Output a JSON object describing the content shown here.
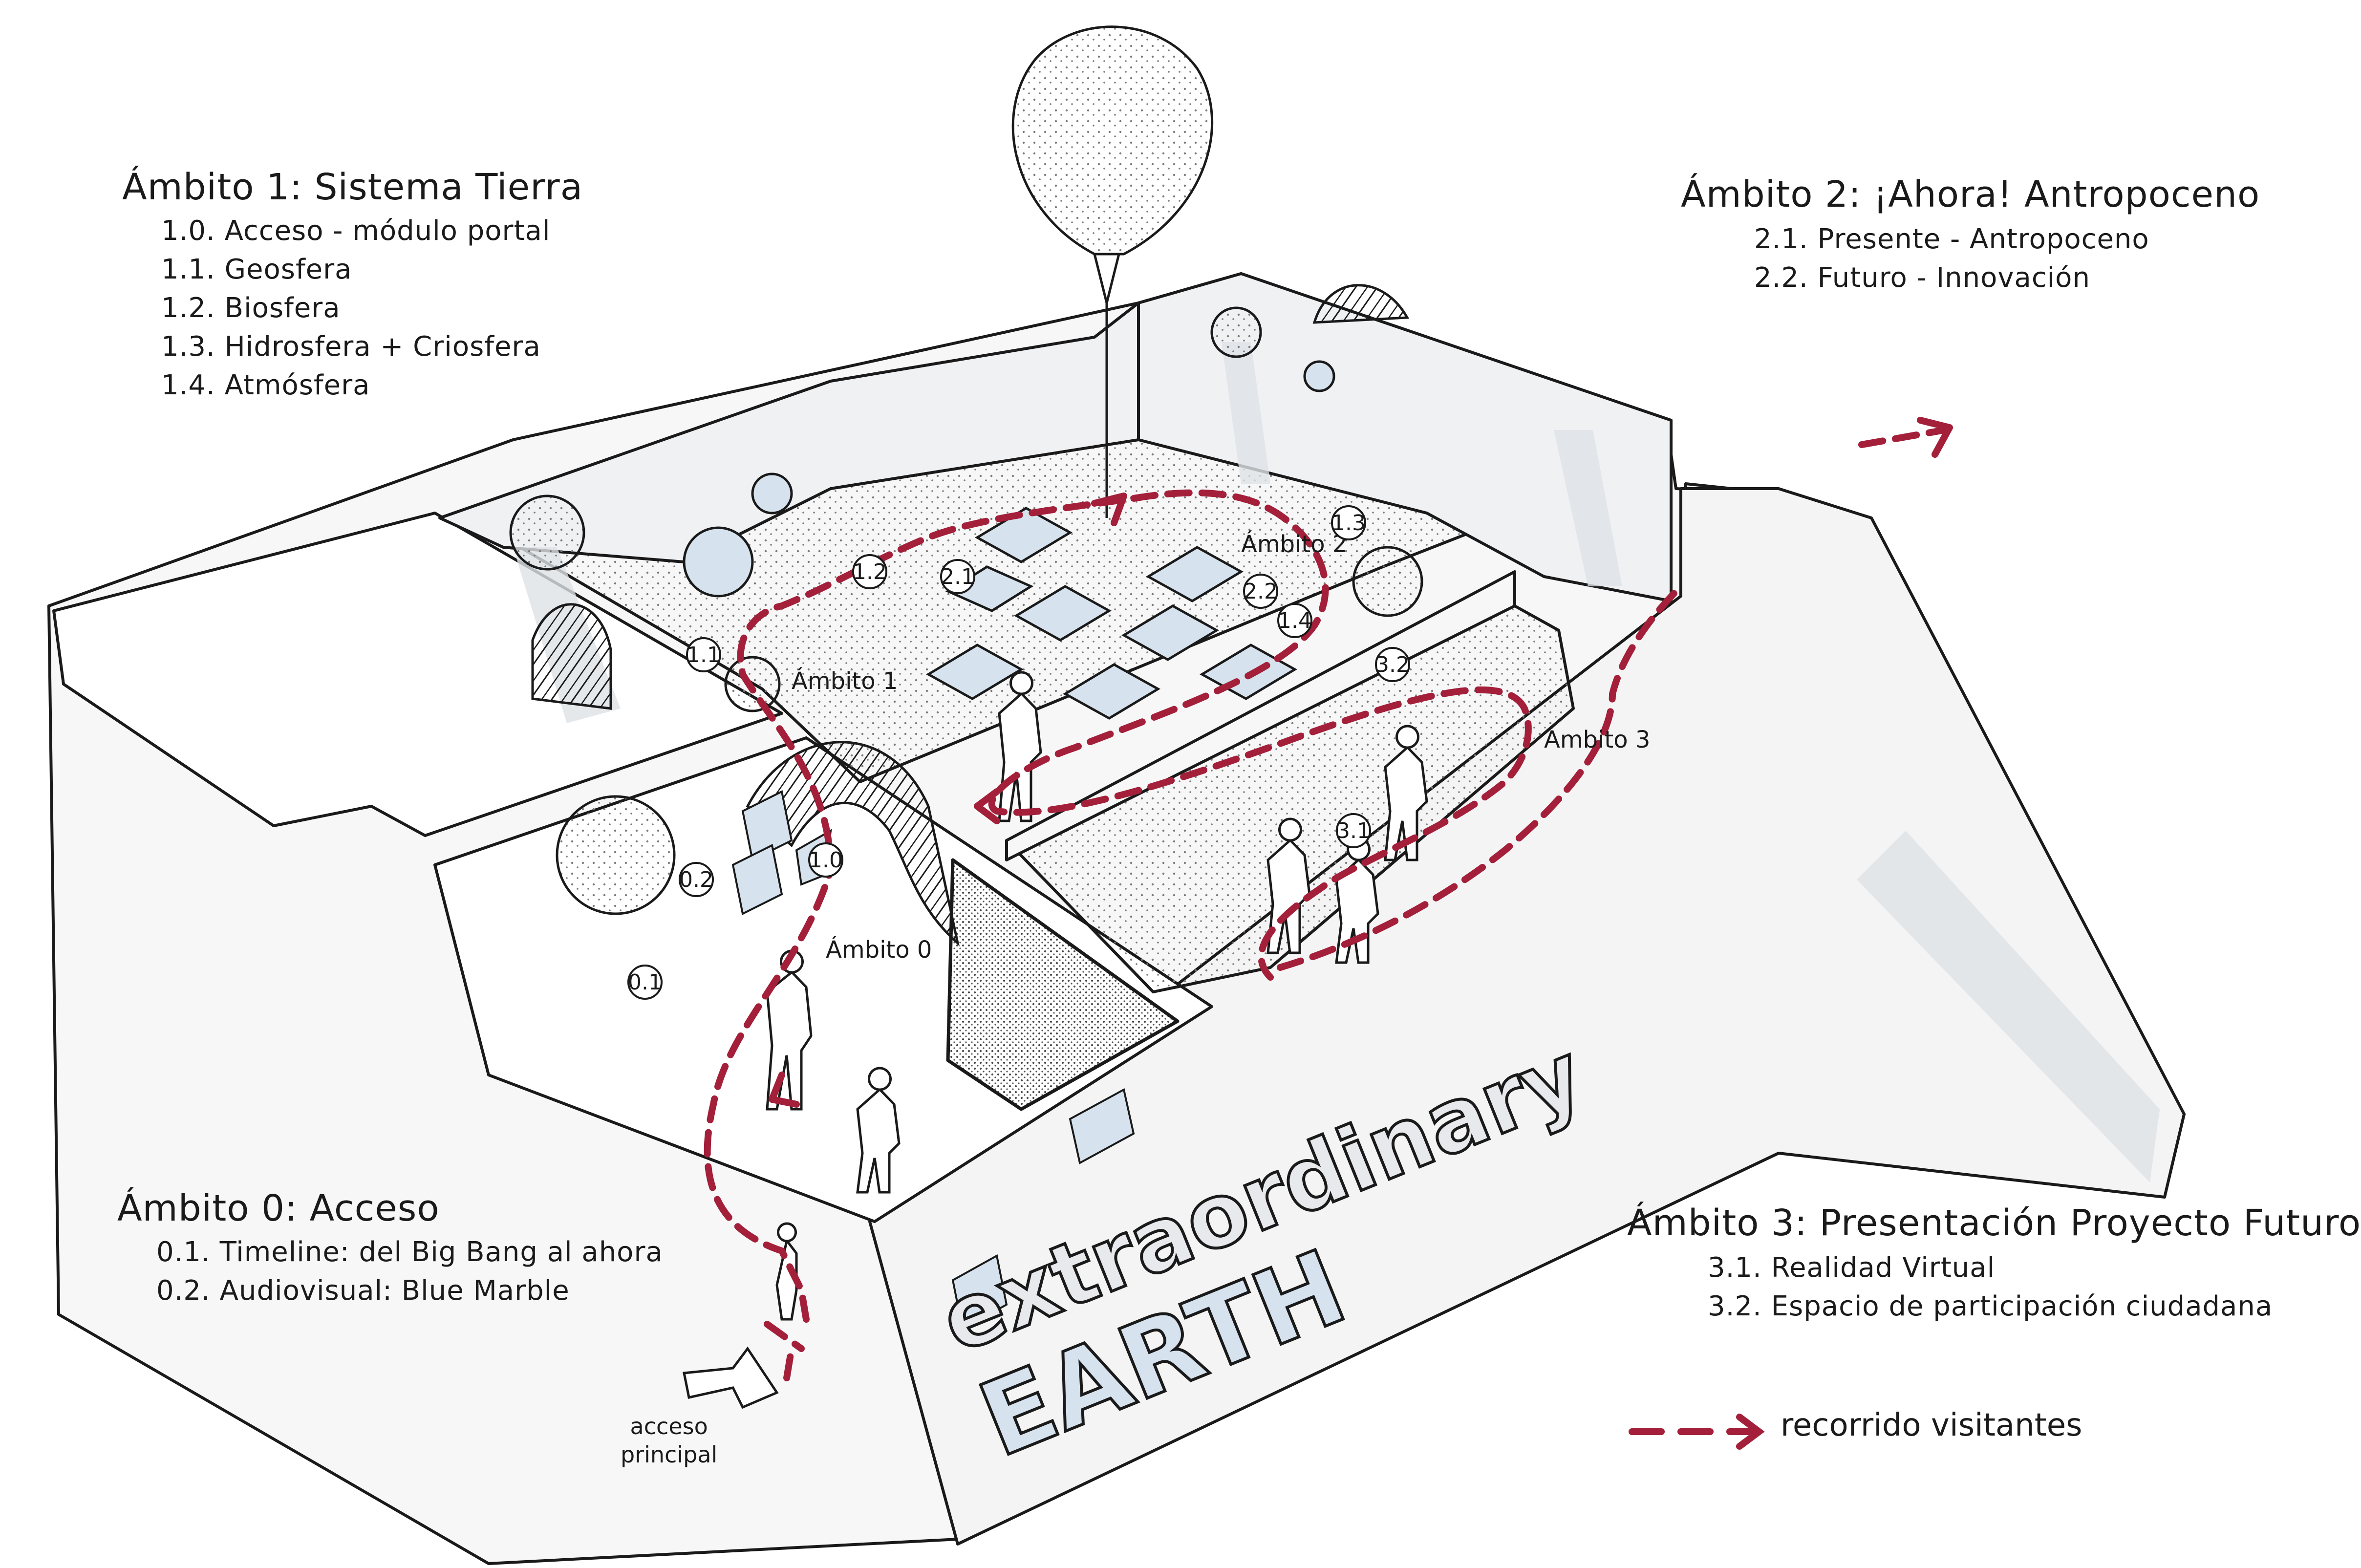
{
  "colors": {
    "ink": "#1a1a1a",
    "route": "#a31f3a",
    "wall_fill": "#f7f7f7",
    "shadow": "#dfe2e6",
    "panel_blue": "#d6e3ee",
    "floor_dots": "#7a7a7a"
  },
  "ambito1": {
    "title": "Ámbito 1: Sistema Tierra",
    "items": [
      "1.0. Acceso - módulo portal",
      "1.1. Geosfera",
      "1.2. Biosfera",
      "1.3. Hidrosfera + Criosfera",
      "1.4. Atmósfera"
    ]
  },
  "ambito2": {
    "title": "Ámbito 2: ¡Ahora! Antropoceno",
    "items": [
      "2.1. Presente - Antropoceno",
      "2.2. Futuro - Innovación"
    ]
  },
  "ambito0": {
    "title": "Ámbito 0: Acceso",
    "items": [
      "0.1. Timeline: del Big Bang al ahora",
      "0.2. Audiovisual: Blue Marble"
    ]
  },
  "ambito3": {
    "title": "Ámbito 3: Presentación Proyecto Futuro",
    "items": [
      "3.1. Realidad Virtual",
      "3.2. Espacio de participación ciudadana"
    ]
  },
  "legend": {
    "label": "recorrido visitantes"
  },
  "access": {
    "line1": "acceso",
    "line2": "principal"
  },
  "facade": {
    "word1": "extraordinary",
    "word2": "EARTH"
  },
  "zone_labels": {
    "z0": "Ámbito 0",
    "z1": "Ámbito 1",
    "z2": "Ámbito 2",
    "z3": "Ámbito 3"
  },
  "markers": {
    "m01": "0.1",
    "m02": "0.2",
    "m10": "1.0",
    "m11": "1.1",
    "m12": "1.2",
    "m13": "1.3",
    "m14": "1.4",
    "m21": "2.1",
    "m22": "2.2",
    "m31": "3.1",
    "m32": "3.2"
  }
}
